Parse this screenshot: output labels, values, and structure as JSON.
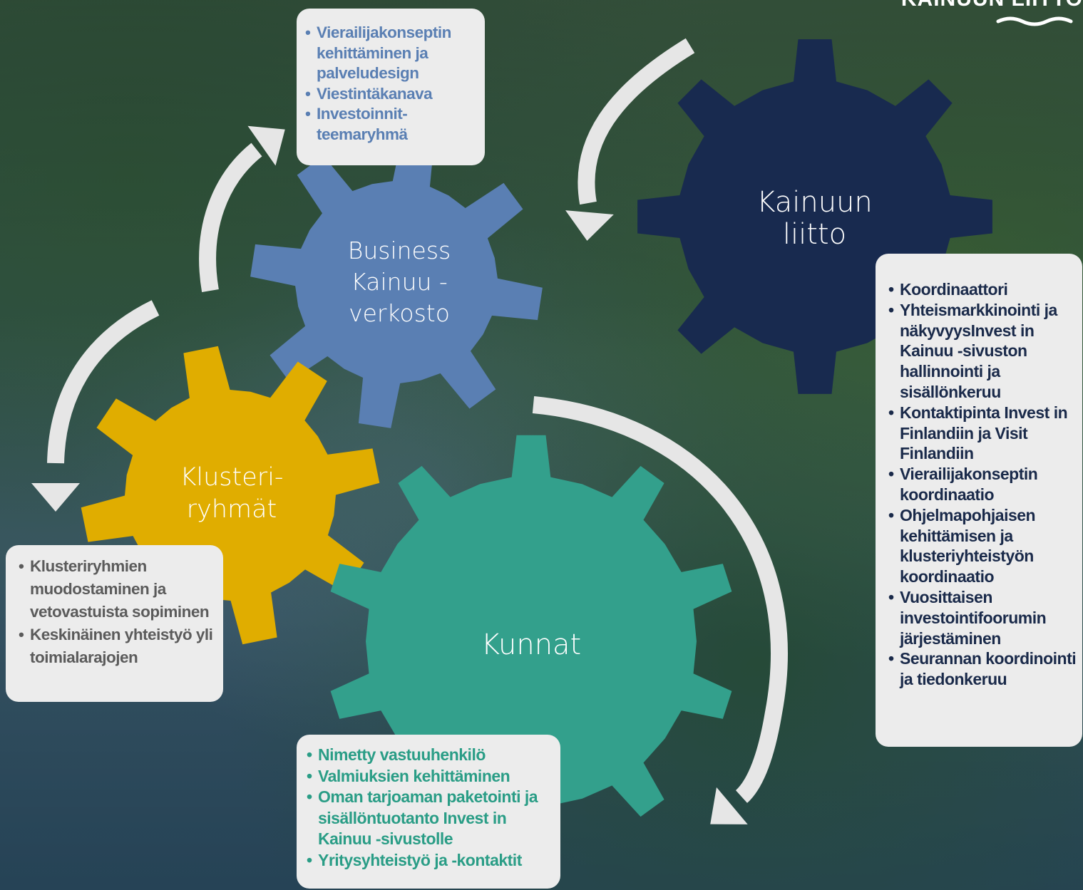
{
  "logo": {
    "text": "KAINUUN LIITTO"
  },
  "gears": [
    {
      "id": "business",
      "label": "Business\nKainuu -\nverkosto",
      "color": "#5a7fb3"
    },
    {
      "id": "liitto",
      "label": "Kainuun\nliitto",
      "color": "#182a4f"
    },
    {
      "id": "klusteri",
      "label": "Klusteri-\nryhmät",
      "color": "#e0ad00"
    },
    {
      "id": "kunnat",
      "label": "Kunnat",
      "color": "#33a08c"
    }
  ],
  "boxes": {
    "business": {
      "text_color": "#5a7fb3",
      "items": [
        "Vierailijakonseptin kehittäminen ja palveludesign",
        "Viestintäkanava",
        "Investoinnit-teemaryhmä"
      ]
    },
    "liitto": {
      "text_color": "#1a2a4a",
      "items": [
        "Koordinaattori",
        "Yhteismarkkinointi ja näkyvyysInvest in Kainuu -sivuston hallinnointi ja sisällönkeruu",
        "Kontaktipinta Invest in Finlandiin ja Visit Finlandiin",
        "Vierailijakonseptin koordinaatio",
        "Ohjelmapohjaisen kehittämisen ja klusteriyhteistyön koordinaatio",
        "Vuosittaisen investointifoorumin järjestäminen",
        "Seurannan koordinointi ja tiedonkeruu"
      ]
    },
    "klusteri": {
      "text_color": "#5b5b5b",
      "items": [
        "Klusteriryhmien muodostaminen ja vetovastuista sopiminen",
        "Keskinäinen yhteistyö yli toimialarajojen"
      ]
    },
    "kunnat": {
      "text_color": "#2a9d86",
      "items": [
        "Nimetty vastuuhenkilö",
        "Valmiuksien kehittäminen",
        "Oman tarjoaman paketointi ja sisällöntuotanto Invest in Kainuu -sivustolle",
        "Yritysyhteistyö ja -kontaktit"
      ]
    }
  },
  "arrow_color": "#e6e6e6"
}
